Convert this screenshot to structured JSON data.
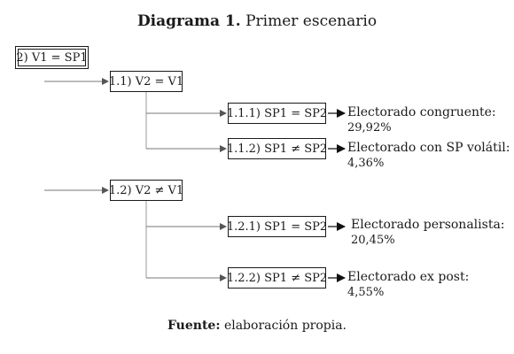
{
  "title": {
    "bold": "Diagrama 1.",
    "text": "Primer escenario"
  },
  "nodes": {
    "root": "2) V1 = SP1",
    "n11": "1.1) V2 = V1",
    "n111": "1.1.1) SP1 = SP2",
    "n112": "1.1.2) SP1 ≠ SP2",
    "n12": "1.2) V2 ≠ V1",
    "n121": "1.2.1) SP1 = SP2",
    "n122": "1.2.2) SP1 ≠ SP2"
  },
  "outcomes": {
    "o111": {
      "label": "Electorado congruente:",
      "pct": "29,92%"
    },
    "o112": {
      "label": "Electorado con SP volátil:",
      "pct": "4,36%"
    },
    "o121": {
      "label": "Electorado personalista:",
      "pct": "20,45%"
    },
    "o122": {
      "label": "Electorado ex post:",
      "pct": "4,55%"
    }
  },
  "footer": {
    "bold": "Fuente:",
    "text": "elaboración propia."
  }
}
